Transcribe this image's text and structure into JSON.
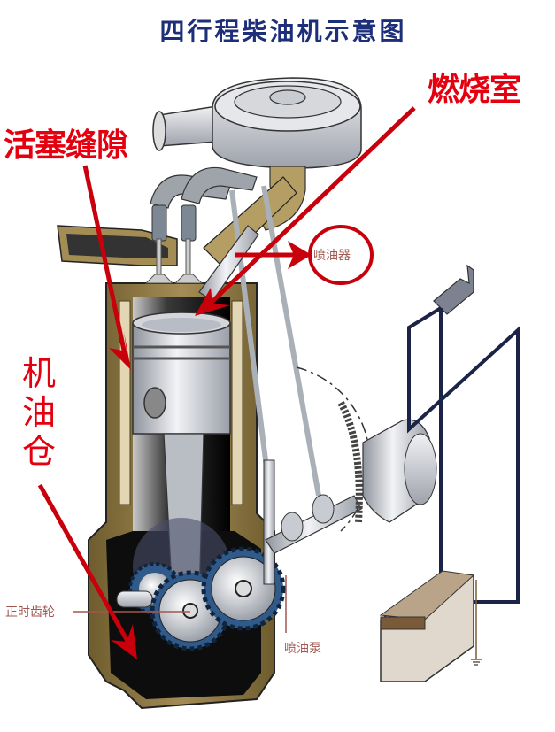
{
  "title": "四行程柴油机示意图",
  "annotations": {
    "piston_gap": "活塞缝隙",
    "combustion_chamber": "燃烧室",
    "oil_sump": [
      "机",
      "油",
      "仓"
    ]
  },
  "part_labels": {
    "injector": "喷油器",
    "timing_gear": "正时齿轮",
    "injection_pump": "喷油泵"
  },
  "colors": {
    "title": "#1e2f7a",
    "annotation_red": "#e4000f",
    "arrow_red": "#c8000b",
    "engine_block": "#8a7440",
    "engine_block_light": "#d9c9a0",
    "cylinder_dark": "#111111",
    "metal": "#c9ccd3",
    "gear_blue": "#2f5a8a",
    "wire_navy": "#1b2447",
    "battery_brown": "#7a5a38",
    "part_label": "#a0574f"
  }
}
